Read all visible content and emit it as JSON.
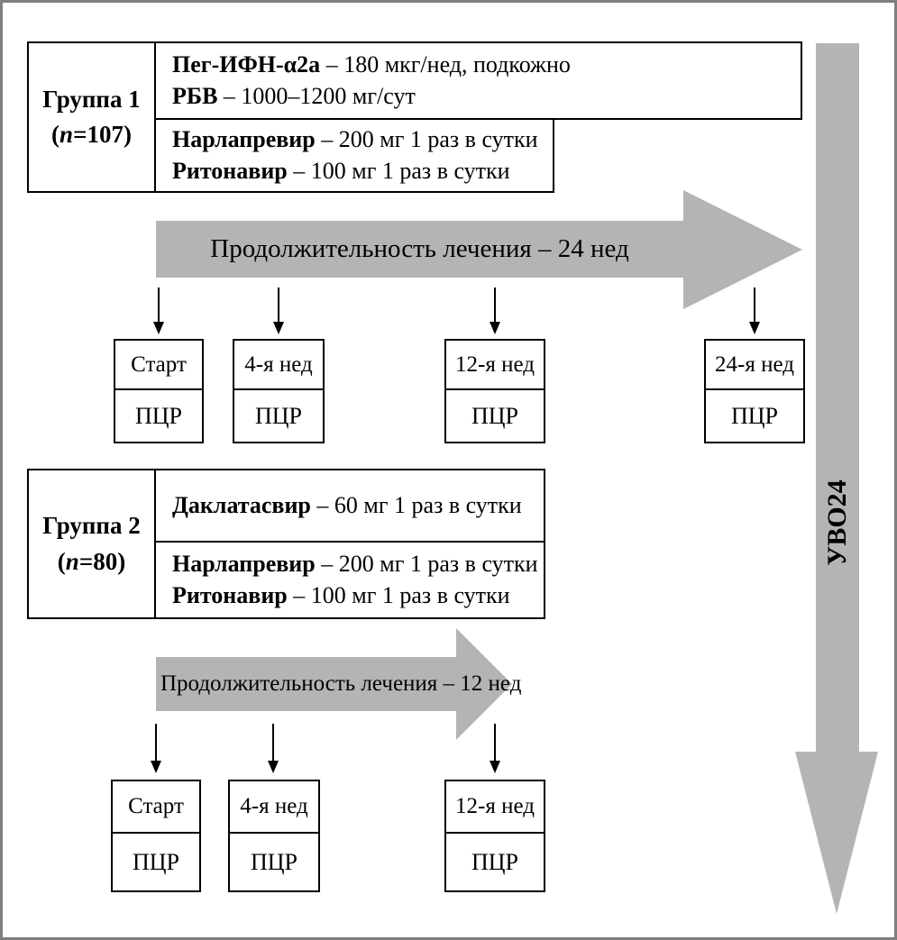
{
  "colors": {
    "arrow_gray": "#b4b4b4",
    "frame_gray": "#7e7e7e",
    "box_border": "#000000",
    "background": "#ffffff"
  },
  "svr_arrow": {
    "label": "УВО24"
  },
  "group1": {
    "name": "Группа 1",
    "n_prefix": "(",
    "n_italic": "n",
    "n_suffix": "=107)",
    "regimen_top": {
      "lines": [
        {
          "drug": "Пег-ИФН-α2a",
          "dose": " – 180 мкг/нед, подкожно"
        },
        {
          "drug": "РБВ",
          "dose": " – 1000–1200 мг/сут"
        }
      ]
    },
    "regimen_bottom": {
      "lines": [
        {
          "drug": "Нарлапревир",
          "dose": " – 200 мг 1 раз в сутки"
        },
        {
          "drug": "Ритонавир",
          "dose": " – 100 мг 1 раз в сутки"
        }
      ]
    },
    "duration_label": "Продолжительность лечения – 24 нед",
    "checkpoints": [
      {
        "time": "Старт",
        "test": "ПЦР"
      },
      {
        "time": "4-я нед",
        "test": "ПЦР"
      },
      {
        "time": "12-я нед",
        "test": "ПЦР"
      },
      {
        "time": "24-я нед",
        "test": "ПЦР"
      }
    ]
  },
  "group2": {
    "name": "Группа 2",
    "n_prefix": "(",
    "n_italic": "n",
    "n_suffix": "=80)",
    "regimen_top": {
      "lines": [
        {
          "drug": "Даклатасвир",
          "dose": " – 60 мг 1 раз в сутки"
        }
      ]
    },
    "regimen_bottom": {
      "lines": [
        {
          "drug": "Нарлапревир",
          "dose": " – 200 мг 1 раз в сутки"
        },
        {
          "drug": "Ритонавир",
          "dose": " – 100 мг 1 раз в сутки"
        }
      ]
    },
    "duration_label": "Продолжительность лечения – 12 нед",
    "checkpoints": [
      {
        "time": "Старт",
        "test": "ПЦР"
      },
      {
        "time": "4-я нед",
        "test": "ПЦР"
      },
      {
        "time": "12-я нед",
        "test": "ПЦР"
      }
    ]
  }
}
